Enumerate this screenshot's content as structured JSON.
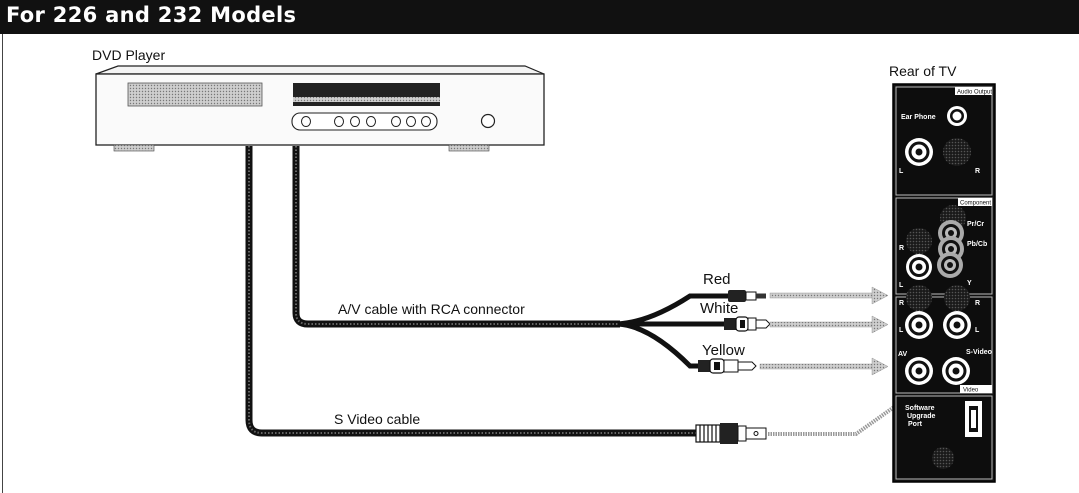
{
  "header": {
    "title": "For 226 and 232 Models"
  },
  "dvd": {
    "label": "DVD Player"
  },
  "tv": {
    "label": "Rear of TV",
    "audio_output": "Audio Output",
    "ear_phone": "Ear Phone",
    "l": "L",
    "r": "R",
    "component": "Component",
    "pr_cr": "Pr/Cr",
    "pb_cb": "Pb/Cb",
    "y": "Y",
    "av": "AV",
    "s_video": "S-Video",
    "video": "Video",
    "software_upgrade_port": [
      "Software",
      "Upgrade",
      "Port"
    ]
  },
  "cables": {
    "av_cable": "A/V cable with RCA connector",
    "s_video_cable": "S Video cable",
    "red": "Red",
    "white": "White",
    "yellow": "Yellow"
  }
}
